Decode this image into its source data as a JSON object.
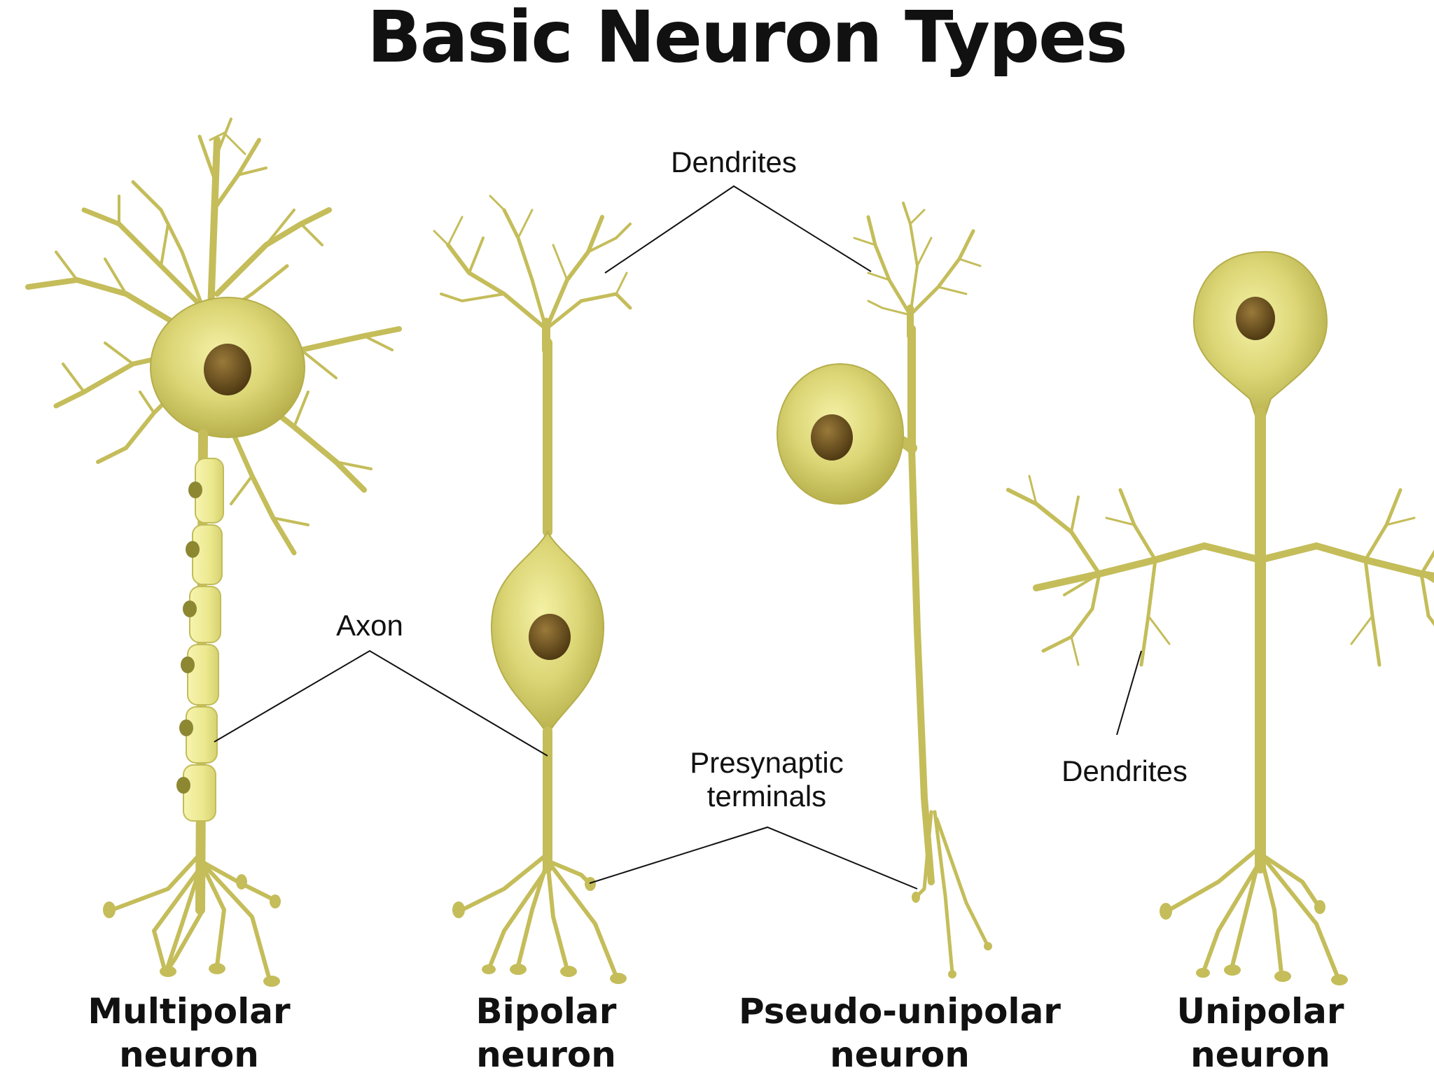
{
  "title": "Basic Neuron Types",
  "colors": {
    "neuron_fill": "#c9c262",
    "neuron_stroke": "#a39c3d",
    "soma_highlight": "#f1ee9c",
    "nucleus": "#5a4418",
    "myelin": "#efef9a",
    "leader_line": "#111111"
  },
  "labels": {
    "dendrites_top": "Dendrites",
    "axon": "Axon",
    "presynaptic_line1": "Presynaptic",
    "presynaptic_line2": "terminals",
    "dendrites_right": "Dendrites"
  },
  "captions": [
    {
      "line1": "Multipolar",
      "line2": "neuron"
    },
    {
      "line1": "Bipolar",
      "line2": "neuron"
    },
    {
      "line1": "Pseudo-unipolar",
      "line2": "neuron"
    },
    {
      "line1": "Unipolar",
      "line2": "neuron"
    }
  ]
}
